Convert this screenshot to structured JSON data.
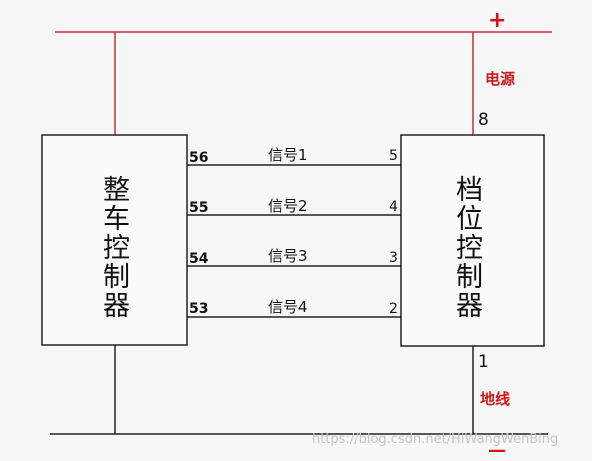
{
  "power_sign": "+",
  "ground_sign": "—",
  "power_label": "电源",
  "ground_label": "地线",
  "vcu": {
    "title": "整车控制器"
  },
  "gear": {
    "title": "档位控制器",
    "pin_power": "8",
    "pin_ground": "1"
  },
  "signals": [
    {
      "left_pin": "56",
      "label": "信号1",
      "right_pin": "5"
    },
    {
      "left_pin": "55",
      "label": "信号2",
      "right_pin": "4"
    },
    {
      "left_pin": "54",
      "label": "信号3",
      "right_pin": "3"
    },
    {
      "left_pin": "53",
      "label": "信号4",
      "right_pin": "2"
    }
  ],
  "watermark": "https://blog.csdn.net/HiWangWenBing",
  "colors": {
    "power_line": "#c0303a",
    "wire": "#222222",
    "accent": "#d01818"
  }
}
